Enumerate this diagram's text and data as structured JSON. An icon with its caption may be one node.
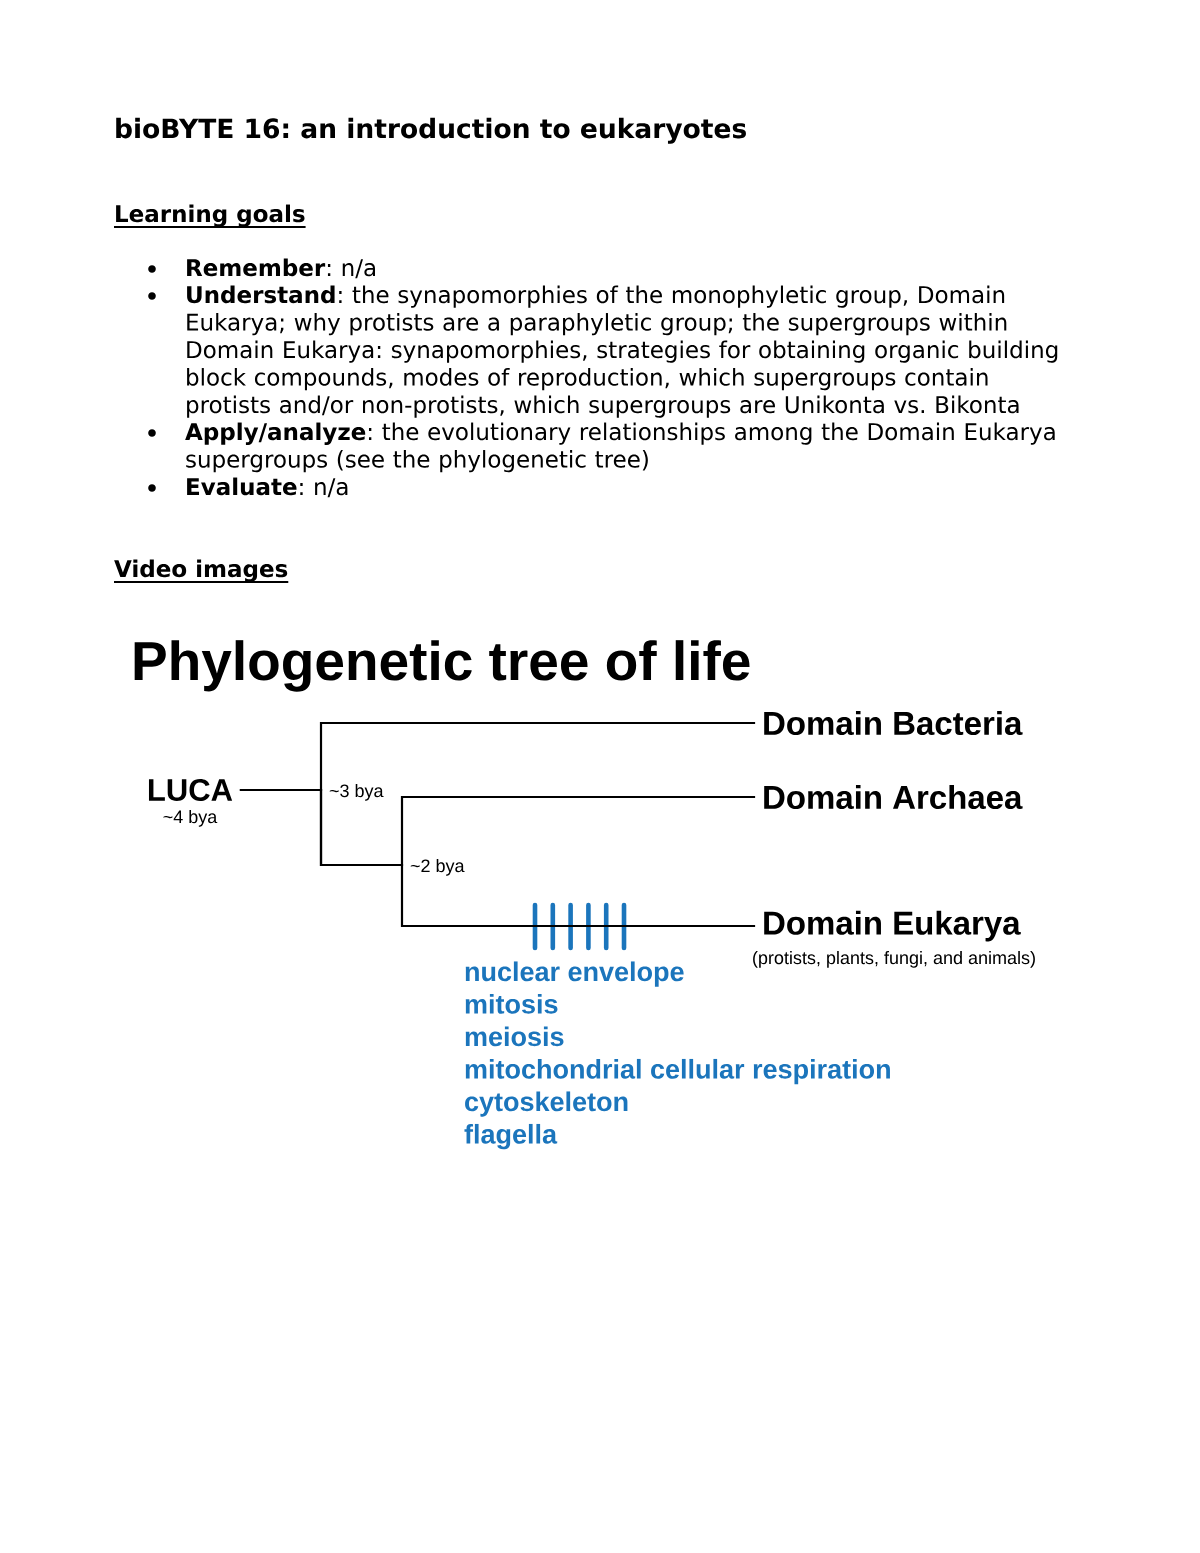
{
  "diagram": {
    "title": "Phylogenetic tree of life",
    "nodes": [
      {
        "text": [
          "LUCA"
        ],
        "beside": [
          "~4 bya"
        ]
      },
      {
        "text": [
          "Domain Bacteria"
        ]
      },
      {
        "text": [
          "Domain Archaea"
        ]
      },
      {
        "text": [
          "Domain Eukarya"
        ],
        "beside": [
          "(protists, plants, fungi, and animals)"
        ]
      }
    ],
    "edges": [
      {
        "from": 0,
        "to": 1,
        "arrow": "none"
      },
      {
        "from": 0,
        "to": 2,
        "arrow": "none"
      },
      {
        "from": 0,
        "to": 3,
        "arrow": "none"
      }
    ],
    "labels": [
      "bioBYTE 16: an introduction to eukaryotes",
      "Learning goals",
      "**Remember**: n/a",
      "**Understand**: the synapomorphies of the monophyletic group, Domain Eukarya; why protists are a paraphyletic group; the supergroups within Domain Eukarya: synapomorphies, strategies for obtaining organic building block compounds, modes of reproduction, which supergroups contain protists and/or non-protists, which supergroups are Unikonta vs. Bikonta",
      "**Apply/analyze**: the evolutionary relationships among the Domain Eukarya supergroups (see the phylogenetic tree)",
      "**Evaluate**: n/a",
      "Video images",
      "~3 bya",
      "~2 bya",
      "nuclear envelope",
      "mitosis",
      "meiosis",
      "mitochondrial cellular respiration",
      "cytoskeleton",
      "flagella"
    ]
  }
}
